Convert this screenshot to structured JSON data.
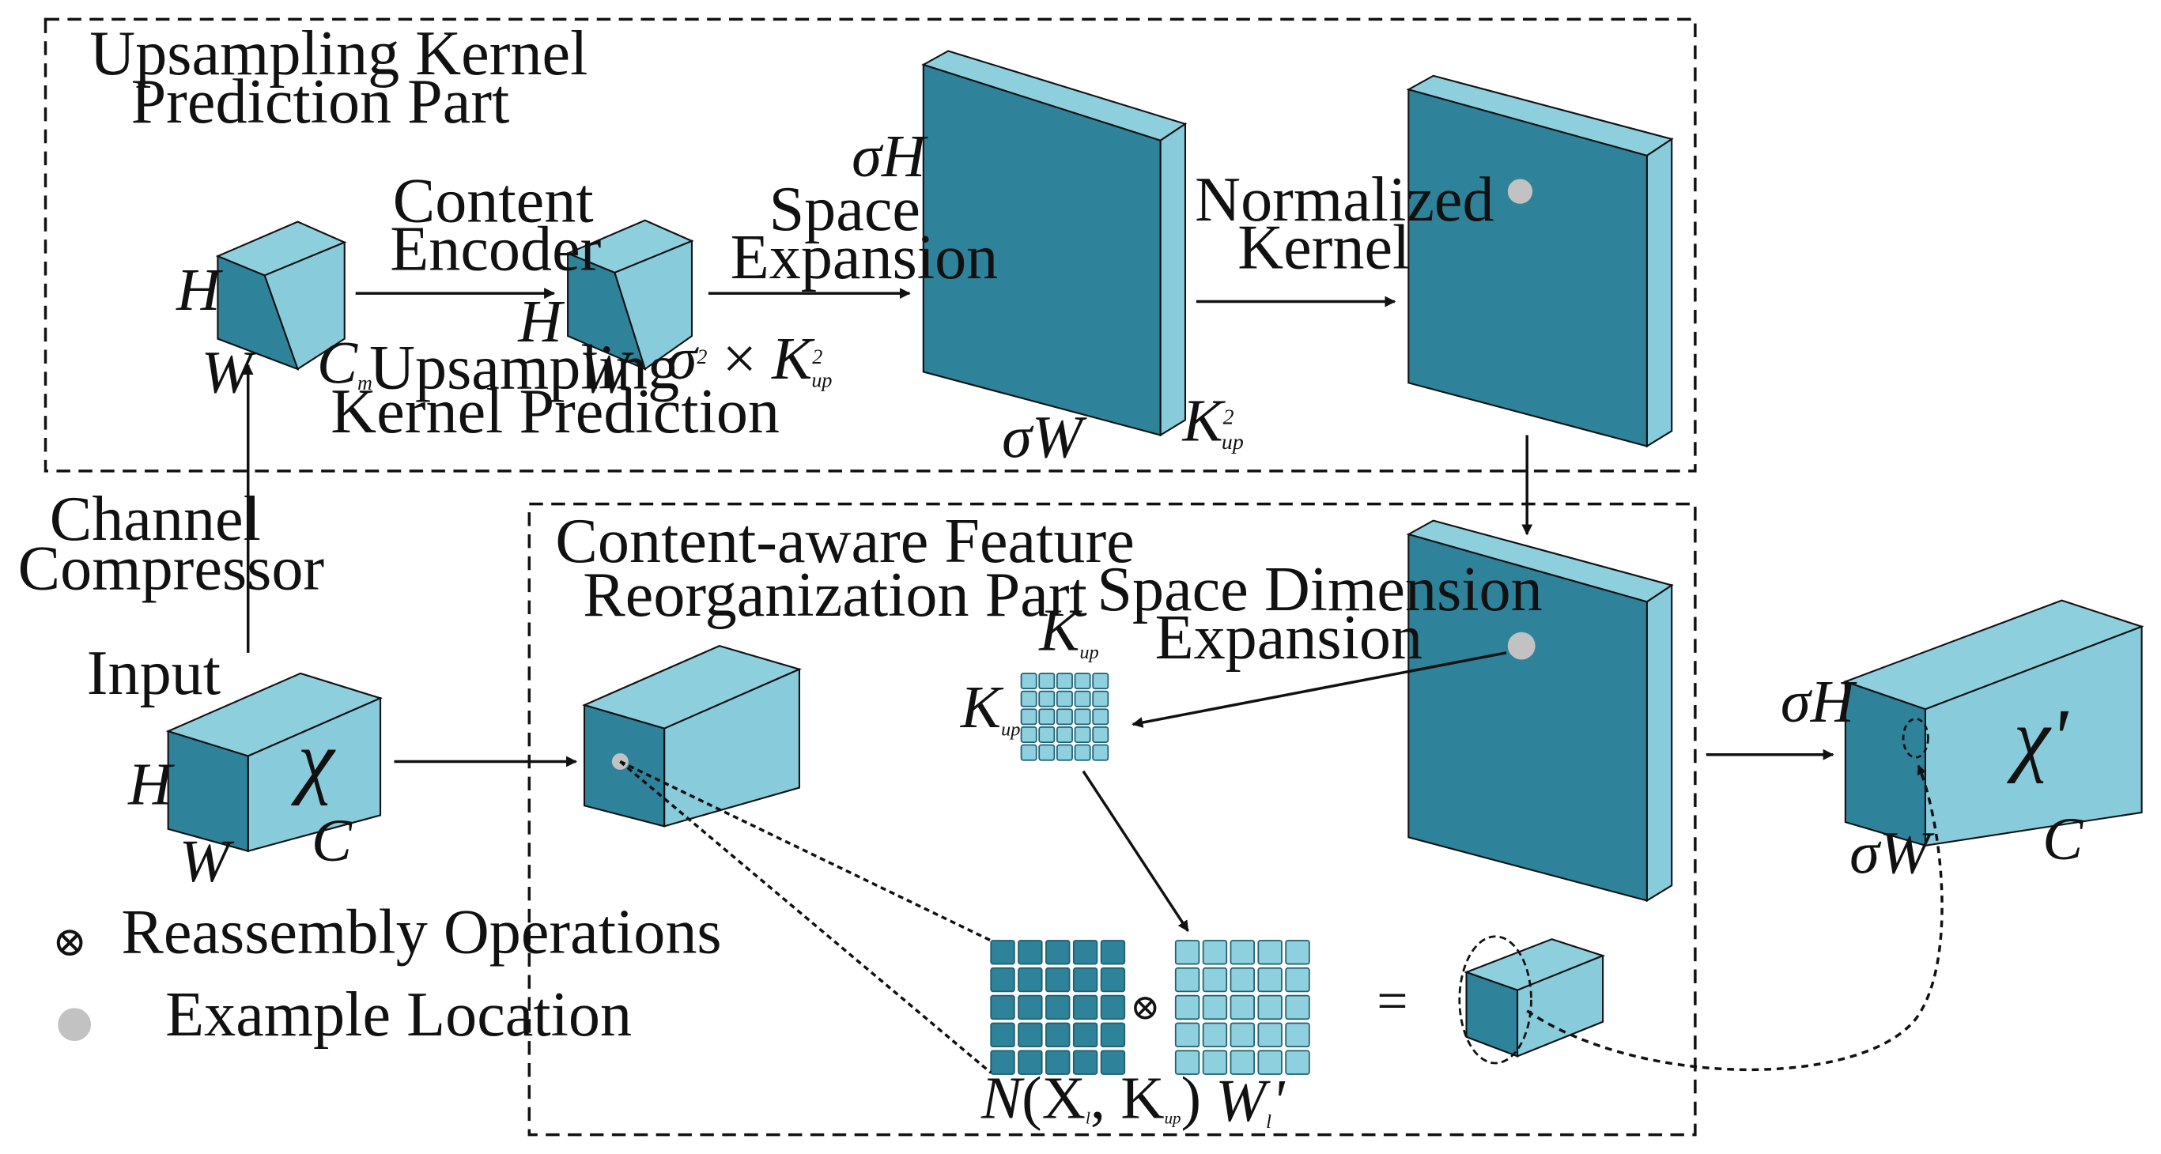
{
  "colors": {
    "front": "#2e8299",
    "top": "#8ecfdd",
    "side": "#88cbdb",
    "light_cell": "#8ed0dd",
    "dark_cell": "#2e8299",
    "dot": "#c2c2c2",
    "line": "#111111"
  },
  "parts": {
    "kernel_title_1": "Upsampling Kernel",
    "kernel_title_2": "Prediction Part",
    "feature_title_1": "Content-aware Feature",
    "feature_title_2": "Reorganization Part"
  },
  "labels": {
    "content_encoder_1": "Content",
    "content_encoder_2": "Encoder",
    "upsampling_kernel_prediction_1": "Upsampling",
    "upsampling_kernel_prediction_2": "Kernel Prediction",
    "space_expansion_1": "Space",
    "space_expansion_2": "Expansion",
    "normalized_kernel_1": "Normalized",
    "normalized_kernel_2": "Kernel",
    "channel_compressor_1": "Channel",
    "channel_compressor_2": "Compressor",
    "input": "Input",
    "space_dimension_expansion_1": "Space Dimension",
    "space_dimension_expansion_2": "Expansion",
    "equals": "="
  },
  "symbols": {
    "H": "H",
    "W": "W",
    "C": "C",
    "C_m": "C",
    "m": "m",
    "sigma2": "σ",
    "sq": "2",
    "times": " × ",
    "K": "K",
    "up": "up",
    "sigmaH": "σH",
    "sigmaW": "σW",
    "chi": "χ",
    "chi_prime": "χ'",
    "N_expr_1": "N",
    "N_expr_2": "(X",
    "N_expr_3": "l",
    "N_expr_4": ", K",
    "N_expr_5": "up",
    "N_expr_6": ")",
    "W_l": "W",
    "l": "l",
    "prime": "'",
    "otimes": "⊗"
  },
  "legend": {
    "reassembly_symbol": "⊗",
    "reassembly_text": "Reassembly Operations",
    "example_location_text": "Example Location"
  }
}
